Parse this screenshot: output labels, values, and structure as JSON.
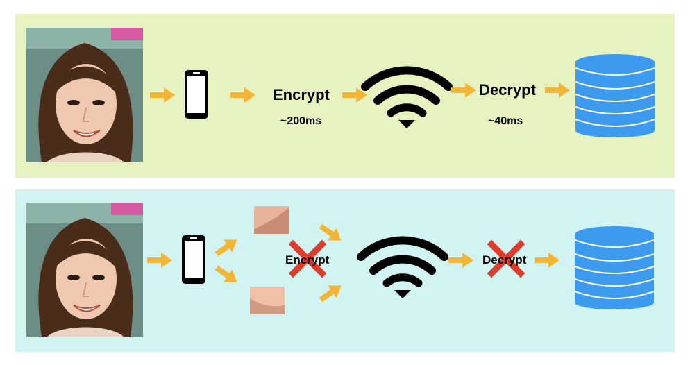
{
  "colors": {
    "top_panel_bg": "#e7f2c1",
    "bottom_panel_bg": "#d1f3f1",
    "arrow": "#f2b535",
    "database": "#3d9bef",
    "cross": "#dc3d2c",
    "icon": "#000000"
  },
  "top": {
    "encrypt_label": "Encrypt",
    "encrypt_time": "~200ms",
    "decrypt_label": "Decrypt",
    "decrypt_time": "~40ms"
  },
  "bottom": {
    "encrypt_label": "Encrypt",
    "decrypt_label": "Decrypt"
  },
  "icons": [
    "face-photo",
    "smartphone-icon",
    "wifi-icon",
    "database-icon",
    "arrow-icon",
    "cross-icon",
    "face-crop-tile"
  ]
}
